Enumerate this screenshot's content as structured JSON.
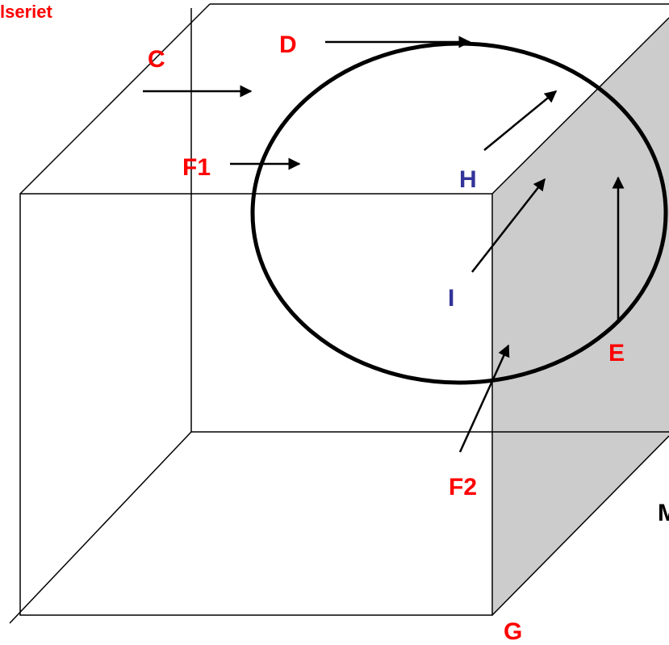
{
  "labels": {
    "top_left": "lseriet",
    "c": "C",
    "d": "D",
    "f1": "F1",
    "h": "H",
    "i": "I",
    "e": "E",
    "f2": "F2",
    "m": "M",
    "g": "G"
  },
  "colors": {
    "label_red": "#ff0000",
    "label_blue": "#333399",
    "shaded_face": "#cccccc",
    "lines": "#000000"
  }
}
